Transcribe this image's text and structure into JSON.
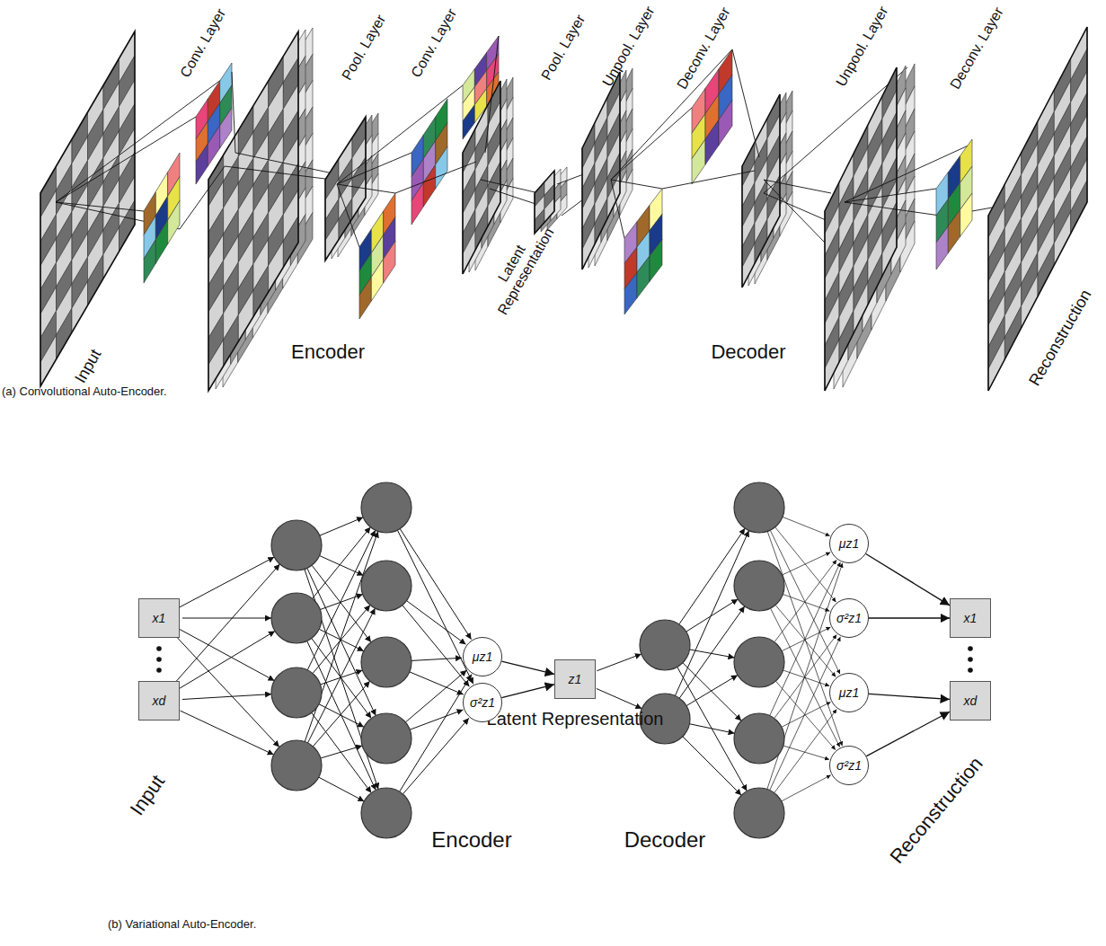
{
  "diagram": {
    "nodes": [
      {
        "text": [
          "x1"
        ]
      },
      {
        "text": [
          "xd"
        ]
      },
      {
        "text": [
          "μz1"
        ]
      },
      {
        "text": [
          "σ²z1"
        ]
      },
      {
        "text": [
          "z1"
        ]
      },
      {
        "text": [
          "μz1"
        ]
      },
      {
        "text": [
          "σ²z1"
        ]
      },
      {
        "text": [
          "μz1"
        ]
      },
      {
        "text": [
          "σ²z1"
        ]
      },
      {
        "text": [
          "x1"
        ]
      },
      {
        "text": [
          "xd"
        ]
      }
    ],
    "edges": [
      {
        "from": 2,
        "to": 4,
        "arrow": "to"
      },
      {
        "from": 3,
        "to": 4,
        "arrow": "to"
      },
      {
        "from": 5,
        "to": 9,
        "arrow": "to"
      },
      {
        "from": 6,
        "to": 9,
        "arrow": "to"
      },
      {
        "from": 7,
        "to": 10,
        "arrow": "to"
      },
      {
        "from": 8,
        "to": 10,
        "arrow": "to"
      }
    ],
    "labels": [
      "Conv. Layer",
      "Pool. Layer",
      "Conv. Layer",
      "Pool. Layer",
      "Unpool. Layer",
      "Deconv. Layer",
      "Unpool. Layer",
      "Deconv. Layer",
      "Input",
      "Encoder",
      "Latent Representation",
      "Decoder",
      "Reconstruction",
      "(a) Convolutional Auto-Encoder.",
      "Input",
      "Encoder",
      "Latent Representation",
      "Decoder",
      "Reconstruction",
      "(b) Variational Auto-Encoder."
    ]
  }
}
